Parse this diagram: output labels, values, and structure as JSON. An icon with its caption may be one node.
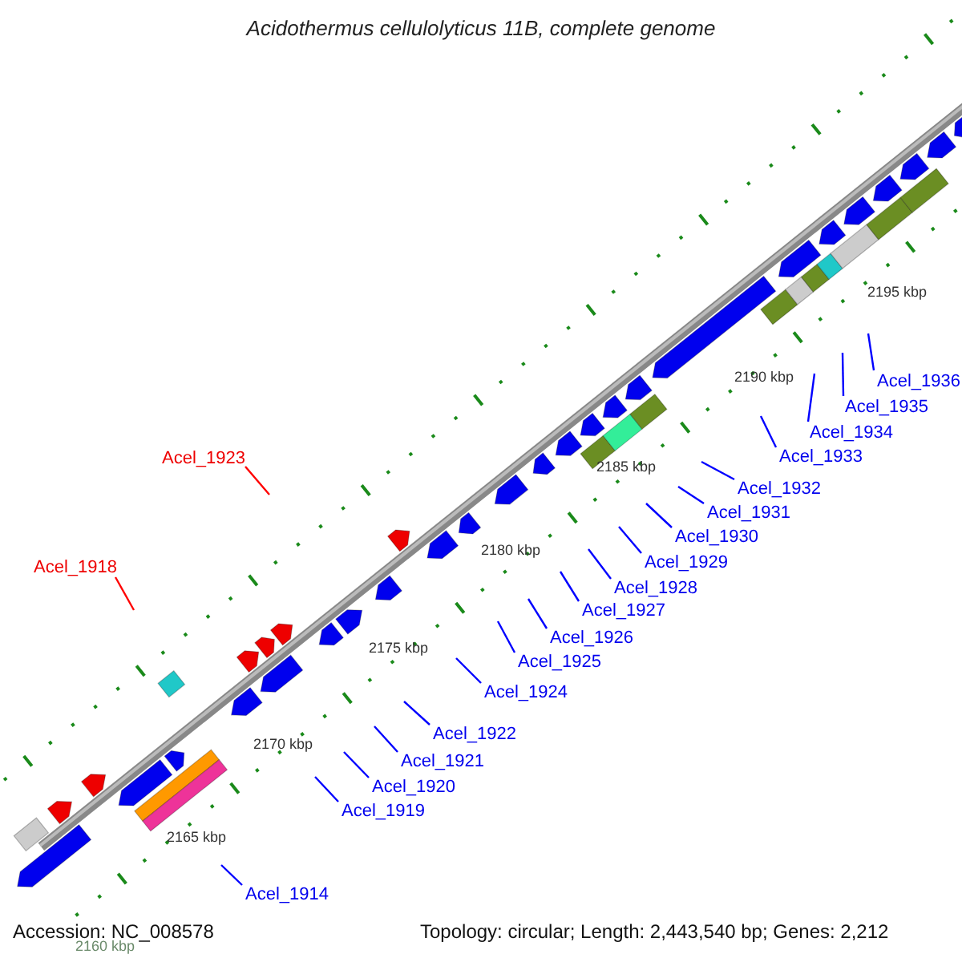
{
  "diagram": {
    "title": "Acidothermus cellulolyticus 11B, complete genome",
    "nodes": [
      {
        "text": [
          "Acel_1936"
        ]
      },
      {
        "text": [
          "Acel_1935"
        ]
      },
      {
        "text": [
          "Acel_1934"
        ]
      },
      {
        "text": [
          "Acel_1933"
        ]
      },
      {
        "text": [
          "Acel_1923"
        ]
      },
      {
        "text": [
          "Acel_1932"
        ]
      },
      {
        "text": [
          "Acel_1931"
        ]
      },
      {
        "text": [
          "Acel_1930"
        ]
      },
      {
        "text": [
          "Acel_1929"
        ]
      },
      {
        "text": [
          "Acel_1918"
        ]
      },
      {
        "text": [
          "Acel_1928"
        ]
      },
      {
        "text": [
          "Acel_1927"
        ]
      },
      {
        "text": [
          "Acel_1926"
        ]
      },
      {
        "text": [
          "Acel_1925"
        ]
      },
      {
        "text": [
          "Acel_1924"
        ]
      },
      {
        "text": [
          "Acel_1922"
        ]
      },
      {
        "text": [
          "Acel_1921"
        ]
      },
      {
        "text": [
          "Acel_1920"
        ]
      },
      {
        "text": [
          "Acel_1919"
        ]
      },
      {
        "text": [
          "Acel_1914"
        ]
      }
    ],
    "edges": [
      {
        "from": 0,
        "to": null,
        "arrow": "none"
      },
      {
        "from": 1,
        "to": null,
        "arrow": "none"
      },
      {
        "from": 2,
        "to": null,
        "arrow": "none"
      },
      {
        "from": 3,
        "to": null,
        "arrow": "none"
      },
      {
        "from": 4,
        "to": null,
        "arrow": "none",
        "color": "#ff0000"
      },
      {
        "from": 5,
        "to": null,
        "arrow": "none"
      },
      {
        "from": 6,
        "to": null,
        "arrow": "none"
      },
      {
        "from": 7,
        "to": null,
        "arrow": "none"
      },
      {
        "from": 8,
        "to": null,
        "arrow": "none"
      },
      {
        "from": 9,
        "to": null,
        "arrow": "none",
        "color": "#ff0000"
      },
      {
        "from": 10,
        "to": null,
        "arrow": "none"
      },
      {
        "from": 11,
        "to": null,
        "arrow": "none"
      },
      {
        "from": 12,
        "to": null,
        "arrow": "none"
      },
      {
        "from": 13,
        "to": null,
        "arrow": "none"
      },
      {
        "from": 14,
        "to": null,
        "arrow": "none"
      },
      {
        "from": 15,
        "to": null,
        "arrow": "none"
      },
      {
        "from": 16,
        "to": null,
        "arrow": "none"
      },
      {
        "from": 17,
        "to": null,
        "arrow": "none"
      },
      {
        "from": 18,
        "to": null,
        "arrow": "none"
      },
      {
        "from": 19,
        "to": null,
        "arrow": "none"
      }
    ],
    "labels": [
      "2195 kbp",
      "2190 kbp",
      "2185 kbp",
      "2180 kbp",
      "2175 kbp",
      "2170 kbp",
      "2165 kbp",
      "Accession: NC_008578",
      "Topology: circular; Length: 2,443,540 bp; Genes: 2,212",
      "2160 kbp"
    ]
  }
}
